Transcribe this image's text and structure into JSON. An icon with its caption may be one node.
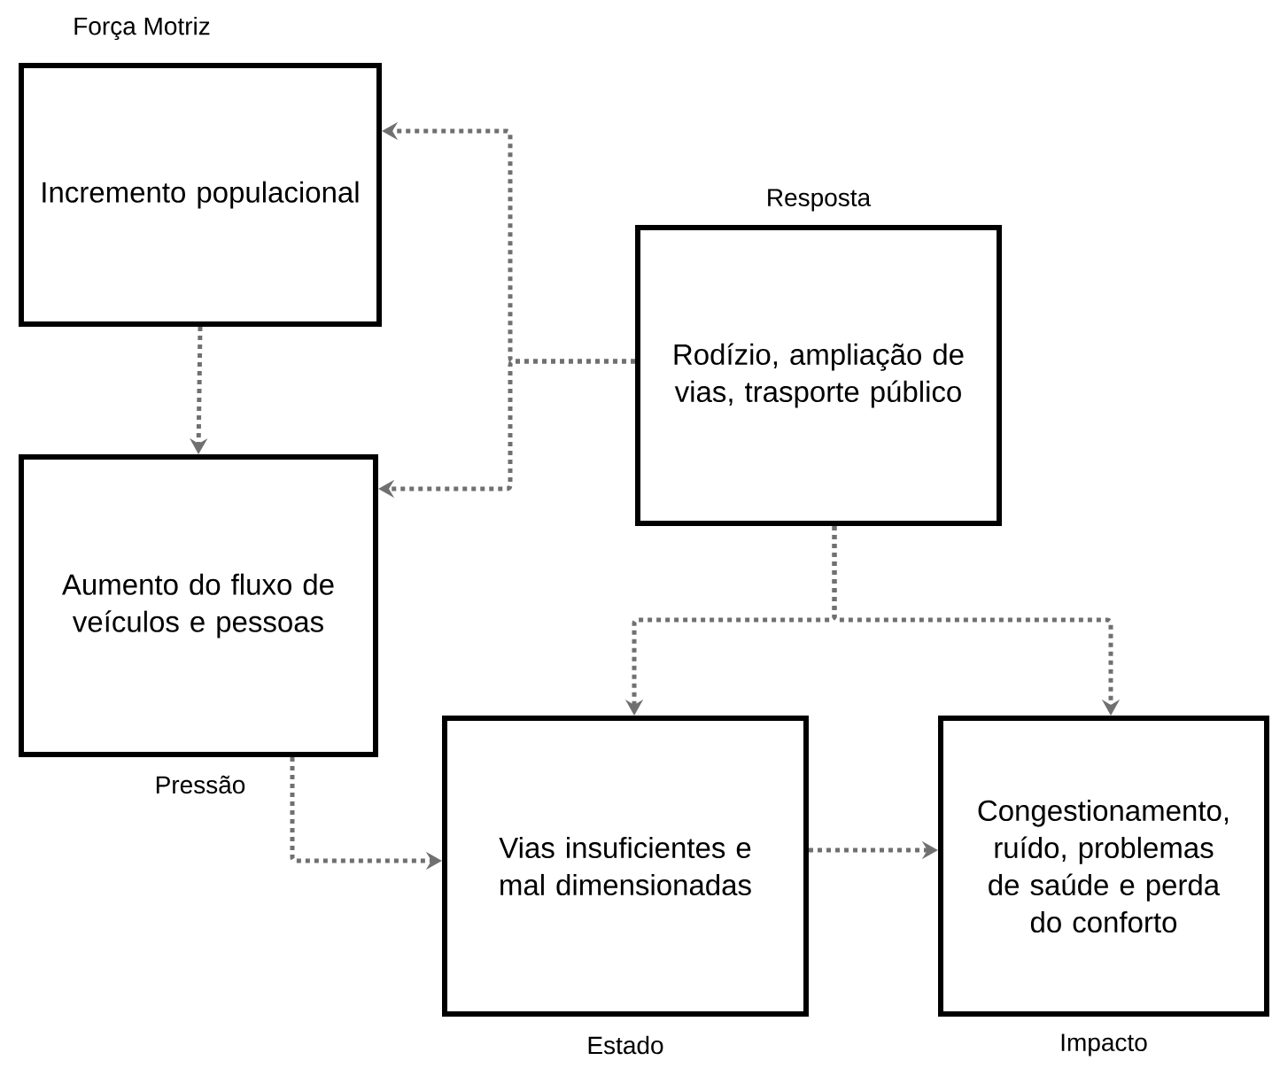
{
  "diagram": {
    "nodes": [
      {
        "text": [
          "Incremento populacional"
        ],
        "beside": [
          "Força Motriz"
        ]
      },
      {
        "text": [
          "Aumento do fluxo de veículos e pessoas"
        ],
        "beside": [
          "Pressão"
        ]
      },
      {
        "text": [
          "Rodízio, ampliação de vias, trasporte público"
        ],
        "beside": [
          "Resposta"
        ]
      },
      {
        "text": [
          "Vias insuficientes e mal dimensionadas"
        ],
        "beside": [
          "Estado"
        ]
      },
      {
        "text": [
          "Congestionamento, ruído, problemas de saúde e perda do conforto"
        ],
        "beside": [
          "Impacto"
        ]
      }
    ],
    "edges": [
      {
        "from": 0,
        "to": 1,
        "arrow": "to",
        "style": "dashed"
      },
      {
        "from": 2,
        "to": 0,
        "arrow": "to",
        "style": "dashed"
      },
      {
        "from": 2,
        "to": 1,
        "arrow": "to",
        "style": "dashed"
      },
      {
        "from": 2,
        "to": 3,
        "arrow": "to",
        "style": "dashed"
      },
      {
        "from": 2,
        "to": 4,
        "arrow": "to",
        "style": "dashed"
      },
      {
        "from": 1,
        "to": 3,
        "arrow": "to",
        "style": "dashed"
      },
      {
        "from": 3,
        "to": 4,
        "arrow": "to",
        "style": "dashed"
      }
    ]
  }
}
